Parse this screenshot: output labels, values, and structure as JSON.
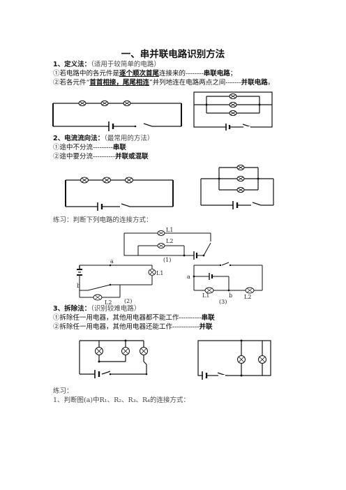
{
  "title": "一、串并联电路识别方法",
  "sec1": {
    "heading": "1、定义法：",
    "note": "（适用于较简单的电路）",
    "line1_pre": "①若电路中的各元件是",
    "line1_em": "逐个顺次首尾",
    "line1_mid": "连接来的--------",
    "line1_end": "串联电路",
    "line1_tail": "；",
    "line2_pre": "②若各元件“",
    "line2_em": "首首相接，尾尾相连",
    "line2_mid": "”并列地连在电路两点之间-------",
    "line2_end": "并联电路",
    "line2_tail": "。"
  },
  "sec2": {
    "heading": "2、电流流向法：",
    "note": "（最常用的方法）",
    "line1_pre": "①途中不分流---------",
    "line1_end": "串联",
    "line2_pre": "②途中要分流----------",
    "line2_end": "并联或混联"
  },
  "practice1": "练习：判断下列电路的连接方式：",
  "fig_labels": {
    "L1": "L1",
    "L2": "L2",
    "a": "a",
    "b": "b",
    "c1": "(1)",
    "c2": "(2)",
    "c3": "(3)"
  },
  "sec3": {
    "heading": "3、拆除法：",
    "note": "（识别较难电路）",
    "line1_pre": "①拆除任一用电器，其他用电器都不能工作----------",
    "line1_end": "串联",
    "line2_pre": "②拆除任一用电器，其他用电器还能工作------------",
    "line2_end": "并联"
  },
  "practice2": "练习：",
  "q1": "1、判断图(a)中R₁、R₂、R₃、R₄的连接方式："
}
